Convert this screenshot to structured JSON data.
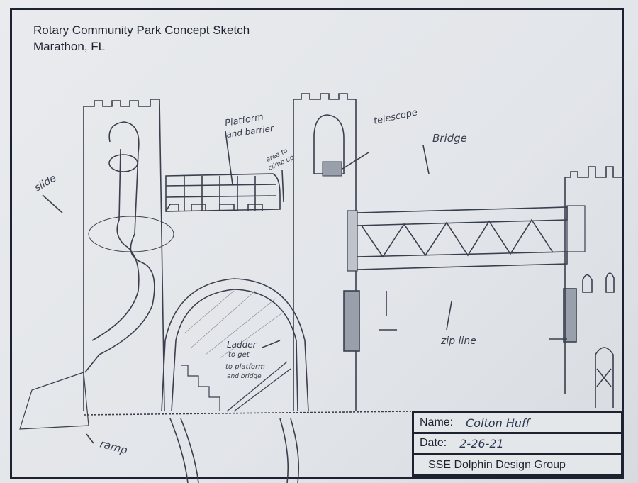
{
  "title": "Rotary Community Park Concept Sketch",
  "location": "Marathon, FL",
  "labels": {
    "slide": "slide",
    "platform": "Platform",
    "platform2": "and barrier",
    "area1": "area to",
    "area2": "climb up",
    "telescope": "telescope",
    "bridge": "Bridge",
    "ladder1": "Ladder",
    "ladder2": "to get",
    "ladder3": "to platform",
    "ladder4": "and bridge",
    "zipline": "zip line",
    "ramp": "ramp"
  },
  "title_block": {
    "name_label": "Name:",
    "name_value": "Colton Huff",
    "date_label": "Date:",
    "date_value": "2-26-21",
    "group": "SSE Dolphin Design Group"
  }
}
